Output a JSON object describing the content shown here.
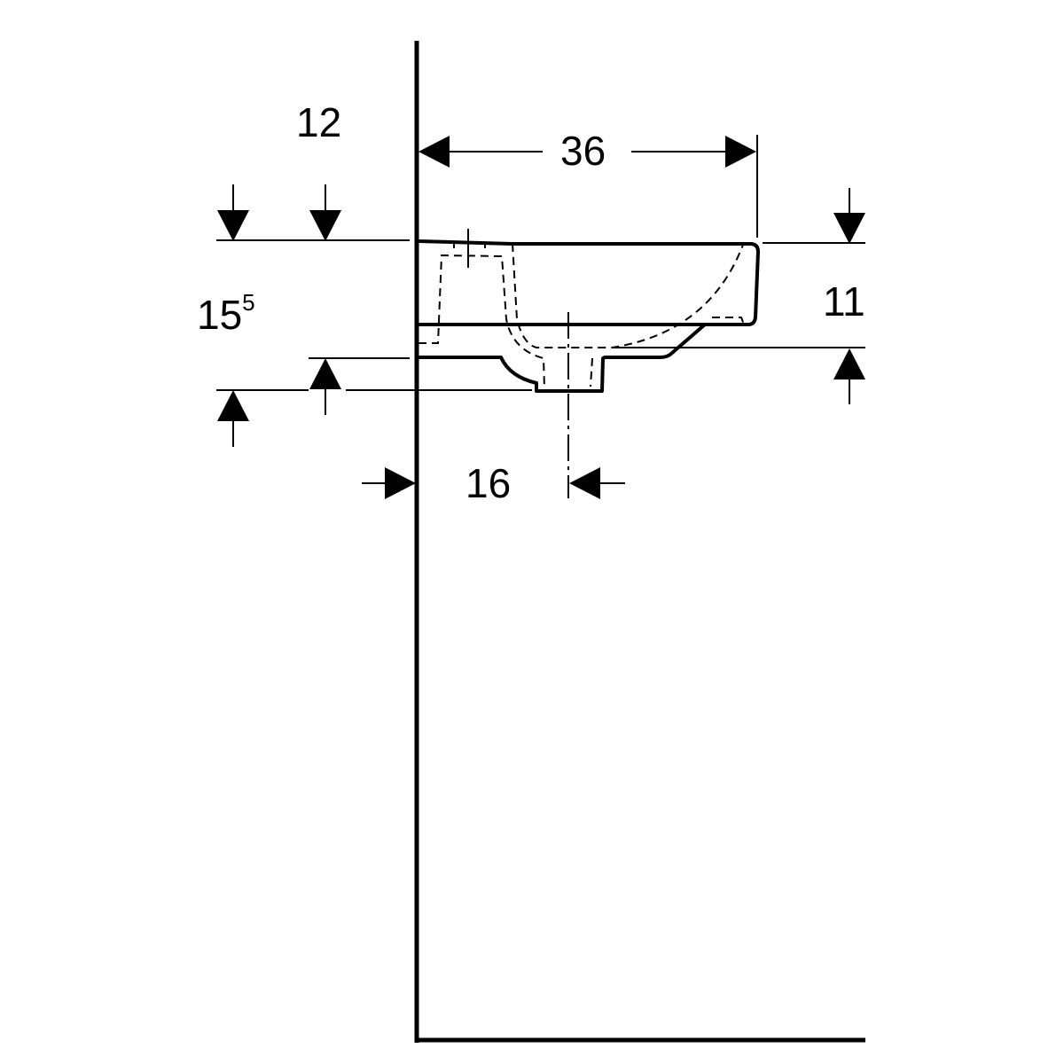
{
  "dimensions": {
    "left_offset": "12",
    "width": "36",
    "height_main": "15",
    "height_main_sup": "5",
    "depth": "11",
    "drain_offset": "16"
  },
  "colors": {
    "line": "#000000",
    "background": "#ffffff"
  }
}
